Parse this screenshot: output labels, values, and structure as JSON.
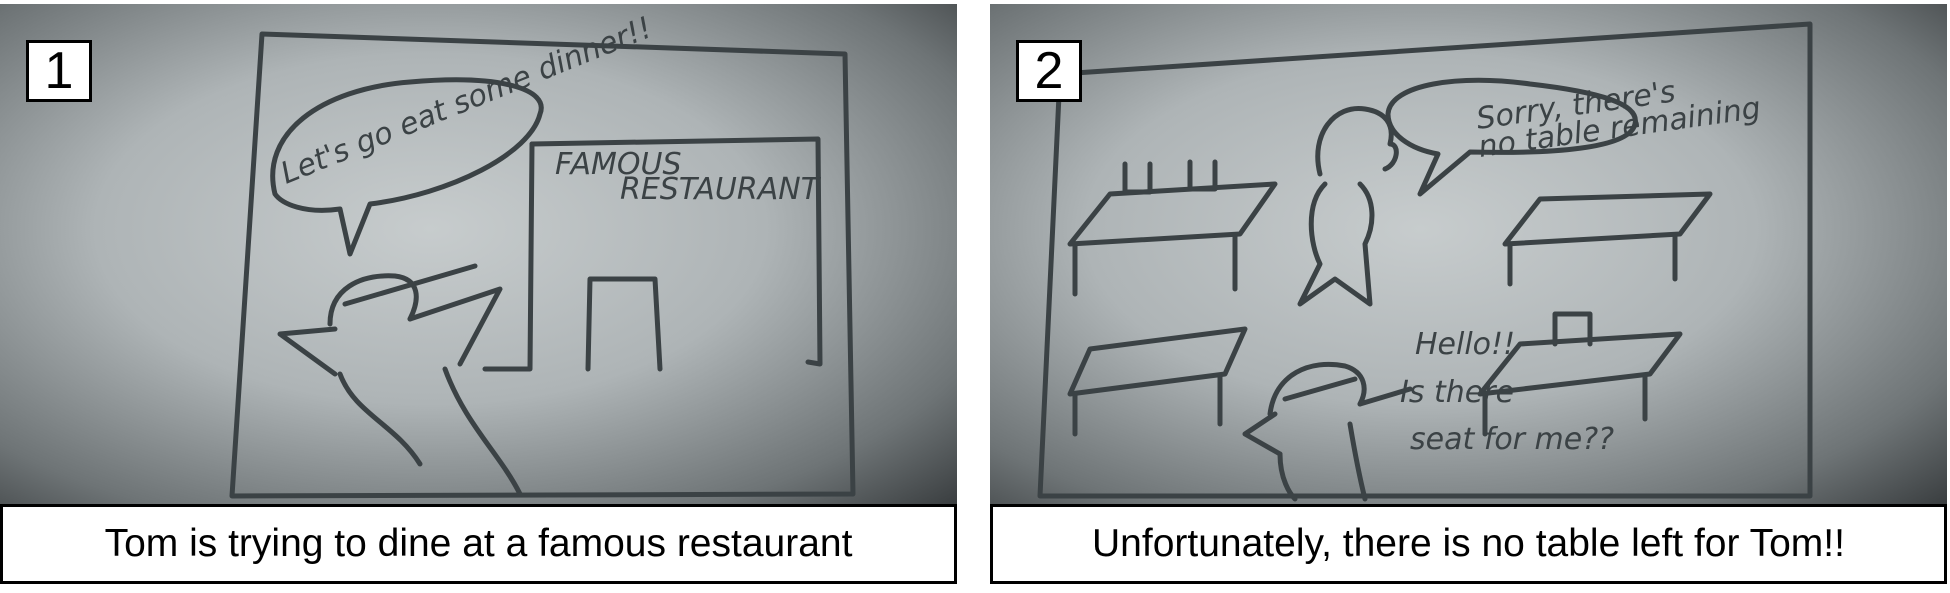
{
  "panels": [
    {
      "number": "1",
      "caption": "Tom is trying to dine at a famous restaurant",
      "speech_bubble": "Let's go eat some dinner!!",
      "sign": [
        "FAMOUS",
        "RESTAURANT"
      ]
    },
    {
      "number": "2",
      "caption": "Unfortunately, there is no table left for Tom!!",
      "speech_bubble": [
        "Sorry, there's",
        "no table remaining"
      ],
      "dialogue": [
        "Hello!!",
        "Is there",
        "seat for me??"
      ]
    }
  ]
}
